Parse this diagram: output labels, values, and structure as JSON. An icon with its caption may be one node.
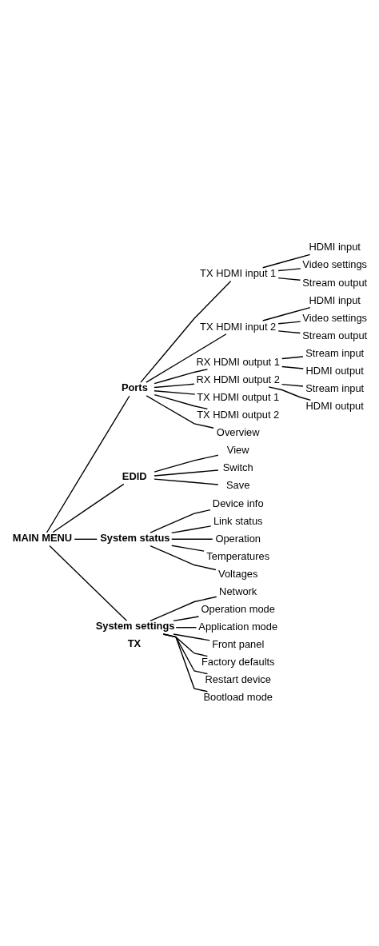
{
  "diagram": {
    "nodes": [
      {
        "text": [
          "MAIN MENU"
        ]
      },
      {
        "text": [
          "Ports"
        ]
      },
      {
        "text": [
          "TX HDMI input 1"
        ]
      },
      {
        "text": [
          "HDMI input"
        ]
      },
      {
        "text": [
          "Video settings"
        ]
      },
      {
        "text": [
          "Stream output"
        ]
      },
      {
        "text": [
          "TX HDMI input 2"
        ]
      },
      {
        "text": [
          "HDMI input"
        ]
      },
      {
        "text": [
          "Video settings"
        ]
      },
      {
        "text": [
          "Stream output"
        ]
      },
      {
        "text": [
          "RX HDMI output 1"
        ]
      },
      {
        "text": [
          "Stream input"
        ]
      },
      {
        "text": [
          "HDMI output"
        ]
      },
      {
        "text": [
          "RX HDMI output 2"
        ]
      },
      {
        "text": [
          "Stream input"
        ]
      },
      {
        "text": [
          "HDMI output"
        ]
      },
      {
        "text": [
          "TX HDMI output 1"
        ]
      },
      {
        "text": [
          "TX HDMI output 2"
        ]
      },
      {
        "text": [
          "Overview"
        ]
      },
      {
        "text": [
          "EDID"
        ]
      },
      {
        "text": [
          "View"
        ]
      },
      {
        "text": [
          "Switch"
        ]
      },
      {
        "text": [
          "Save"
        ]
      },
      {
        "text": [
          "System status"
        ]
      },
      {
        "text": [
          "Device info"
        ]
      },
      {
        "text": [
          "Link status"
        ]
      },
      {
        "text": [
          "Operation"
        ]
      },
      {
        "text": [
          "Temperatures"
        ]
      },
      {
        "text": [
          "Voltages"
        ]
      },
      {
        "text": [
          "System settings"
        ]
      },
      {
        "text": [
          "Network"
        ]
      },
      {
        "text": [
          "Operation mode"
        ]
      },
      {
        "text": [
          "Application mode"
        ]
      },
      {
        "text": [
          "Front panel"
        ]
      },
      {
        "text": [
          "Factory defaults"
        ]
      },
      {
        "text": [
          "Restart device"
        ]
      },
      {
        "text": [
          "Bootload mode"
        ]
      }
    ],
    "edges": [
      {
        "from": 0,
        "to": 1,
        "arrow": "none"
      },
      {
        "from": 1,
        "to": 2,
        "arrow": "none"
      },
      {
        "from": 2,
        "to": 3,
        "arrow": "none"
      },
      {
        "from": 2,
        "to": 4,
        "arrow": "none"
      },
      {
        "from": 2,
        "to": 5,
        "arrow": "none"
      },
      {
        "from": 1,
        "to": 6,
        "arrow": "none"
      },
      {
        "from": 6,
        "to": 7,
        "arrow": "none"
      },
      {
        "from": 6,
        "to": 8,
        "arrow": "none"
      },
      {
        "from": 6,
        "to": 9,
        "arrow": "none"
      },
      {
        "from": 1,
        "to": 10,
        "arrow": "none"
      },
      {
        "from": 10,
        "to": 11,
        "arrow": "none"
      },
      {
        "from": 10,
        "to": 12,
        "arrow": "none"
      },
      {
        "from": 1,
        "to": 13,
        "arrow": "none"
      },
      {
        "from": 13,
        "to": 14,
        "arrow": "none"
      },
      {
        "from": 13,
        "to": 15,
        "arrow": "none"
      },
      {
        "from": 1,
        "to": 16,
        "arrow": "none"
      },
      {
        "from": 1,
        "to": 17,
        "arrow": "none"
      },
      {
        "from": 1,
        "to": 18,
        "arrow": "none"
      },
      {
        "from": 0,
        "to": 19,
        "arrow": "none"
      },
      {
        "from": 19,
        "to": 20,
        "arrow": "none"
      },
      {
        "from": 19,
        "to": 21,
        "arrow": "none"
      },
      {
        "from": 19,
        "to": 22,
        "arrow": "none"
      },
      {
        "from": 0,
        "to": 23,
        "arrow": "none"
      },
      {
        "from": 23,
        "to": 24,
        "arrow": "none"
      },
      {
        "from": 23,
        "to": 25,
        "arrow": "none"
      },
      {
        "from": 23,
        "to": 26,
        "arrow": "none"
      },
      {
        "from": 23,
        "to": 27,
        "arrow": "none"
      },
      {
        "from": 23,
        "to": 28,
        "arrow": "none"
      },
      {
        "from": 0,
        "to": 29,
        "arrow": "none"
      },
      {
        "from": 29,
        "to": 30,
        "arrow": "none"
      },
      {
        "from": 29,
        "to": 31,
        "arrow": "none"
      },
      {
        "from": 29,
        "to": 32,
        "arrow": "none"
      },
      {
        "from": 29,
        "to": 33,
        "arrow": "none"
      },
      {
        "from": 29,
        "to": 34,
        "arrow": "none"
      },
      {
        "from": 29,
        "to": 35,
        "arrow": "none"
      },
      {
        "from": 29,
        "to": 36,
        "arrow": "none"
      }
    ],
    "labels": [
      "TX"
    ]
  }
}
